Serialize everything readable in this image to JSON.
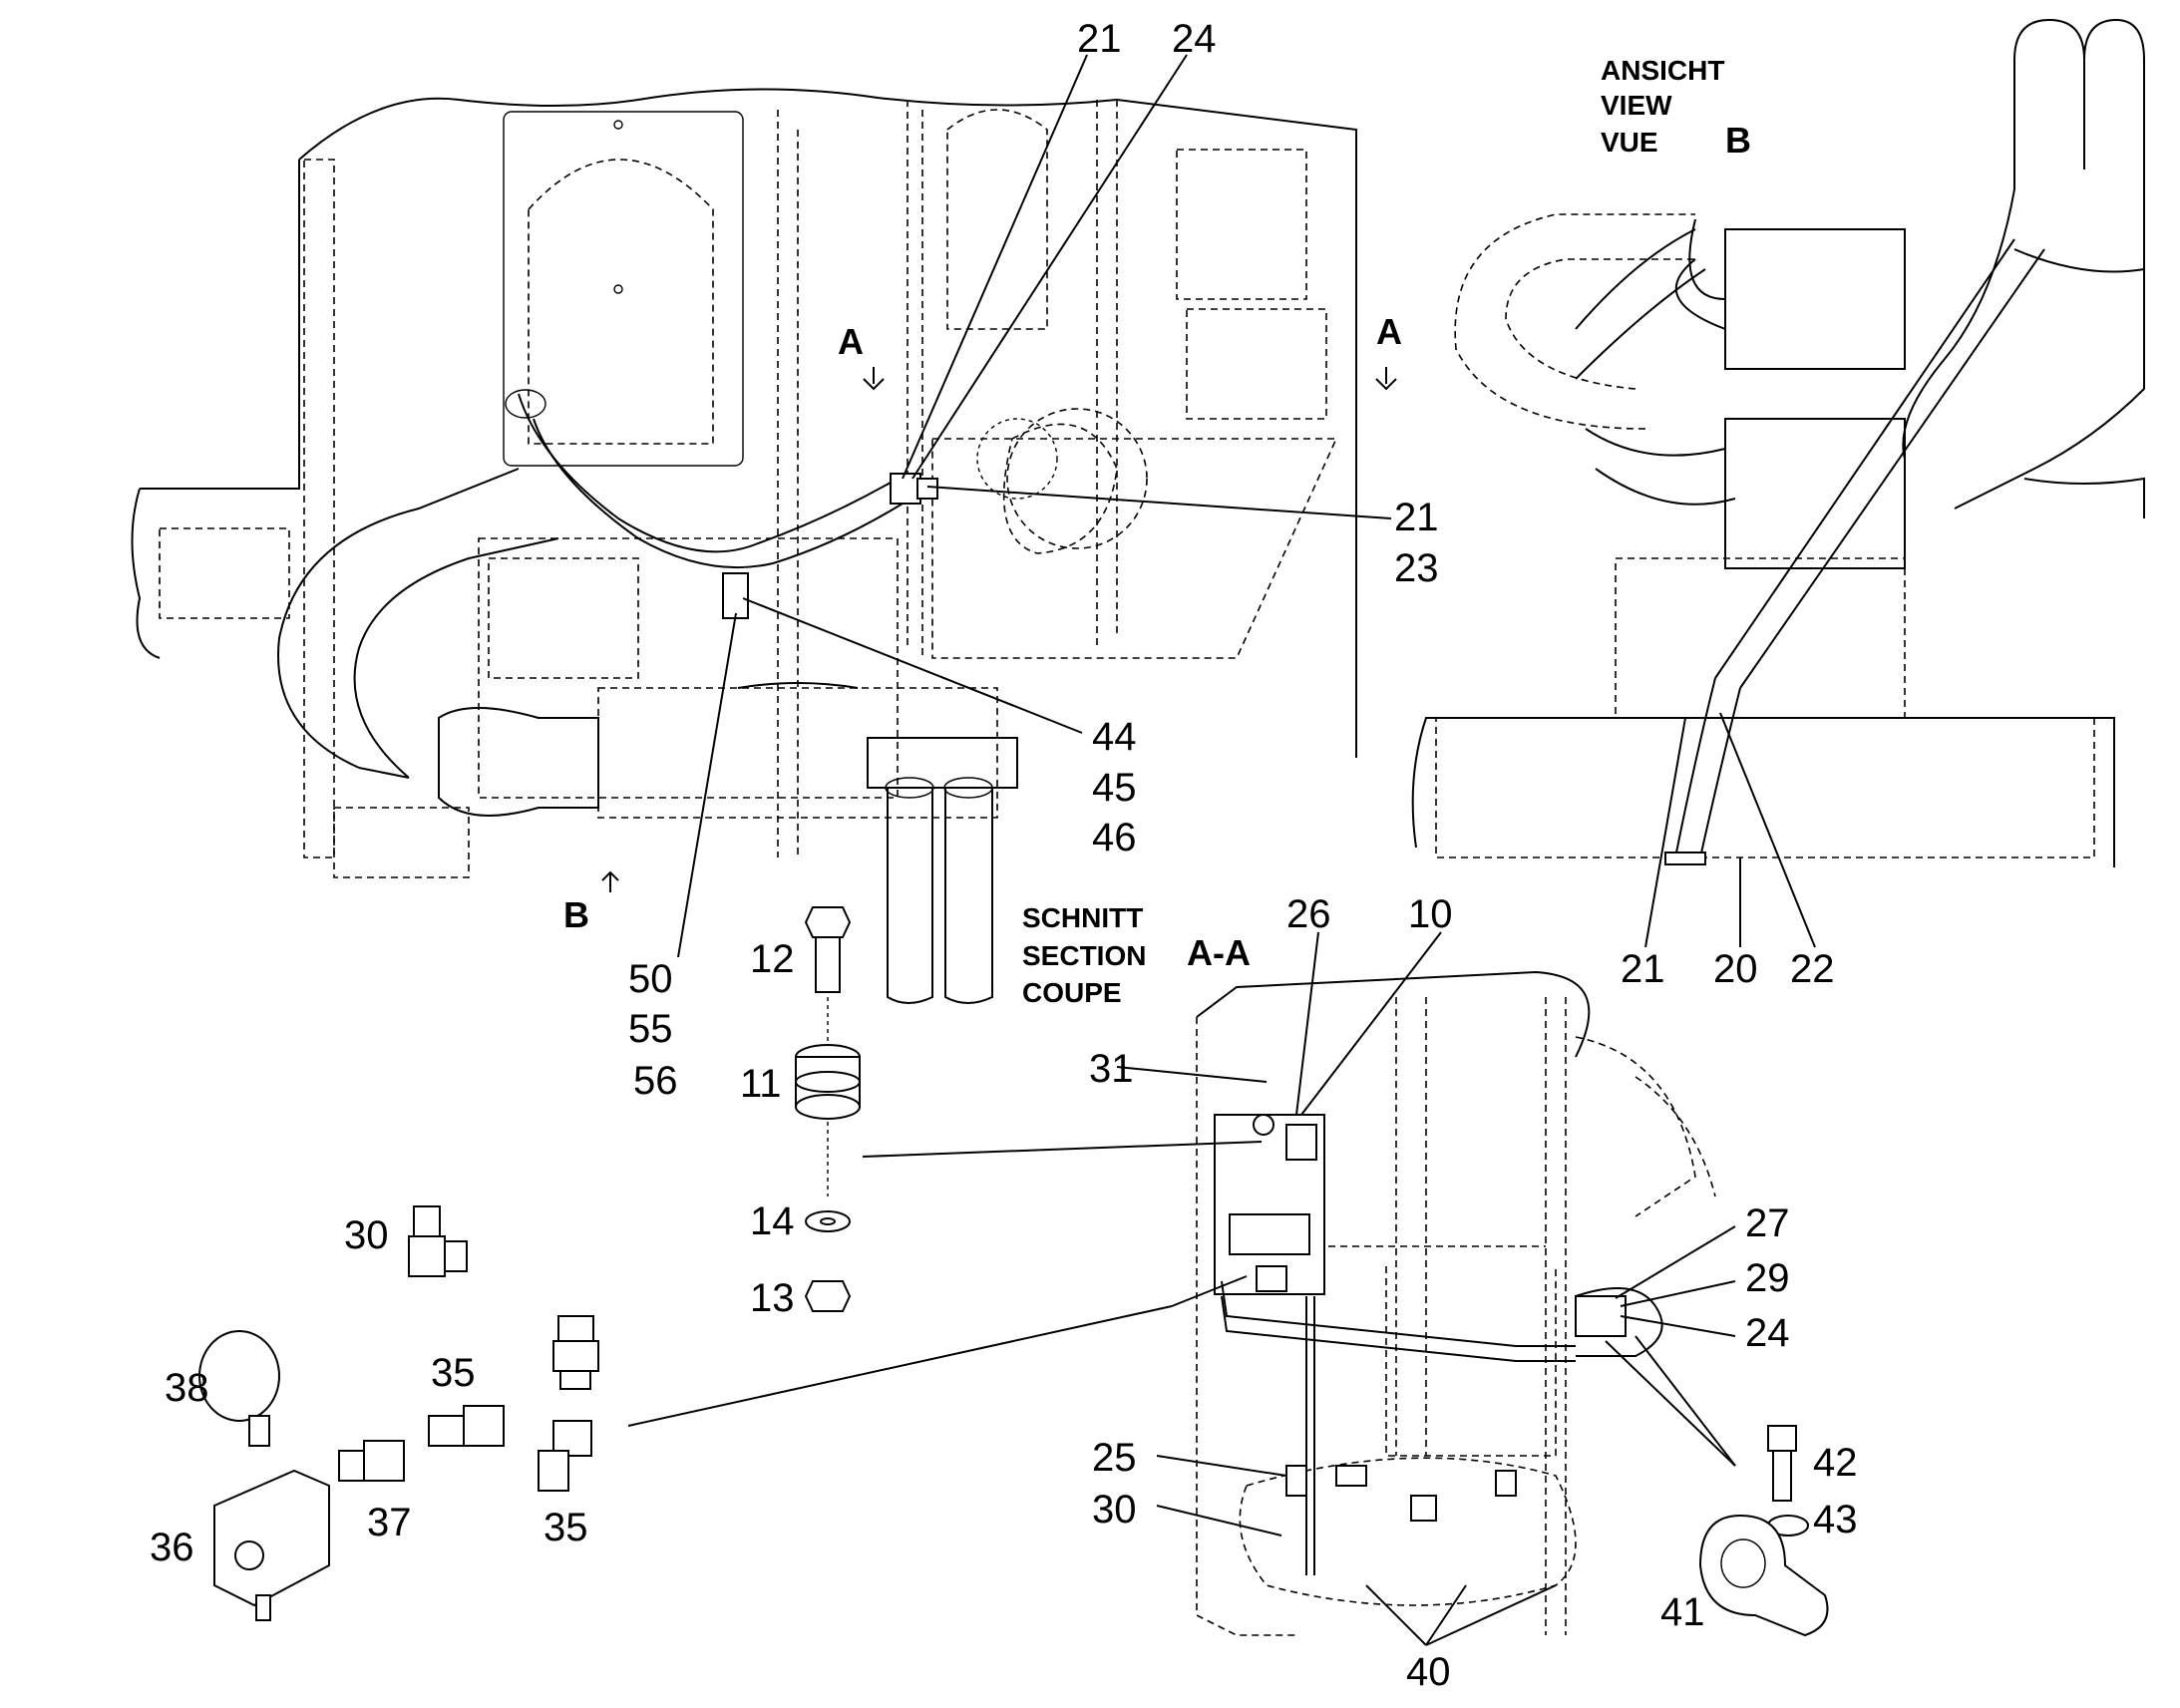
{
  "callouts": {
    "n21_top": "21",
    "n24_top": "24",
    "n21_mid": "21",
    "n23": "23",
    "n44": "44",
    "n45": "45",
    "n46": "46",
    "n50": "50",
    "n55": "55",
    "n56": "56",
    "n12": "12",
    "n11": "11",
    "n14": "14",
    "n13": "13",
    "n30_left": "30",
    "n38": "38",
    "n35_top": "35",
    "n35_bot": "35",
    "n36": "36",
    "n37": "37",
    "n26": "26",
    "n10": "10",
    "n31": "31",
    "n27": "27",
    "n29": "29",
    "n24_right": "24",
    "n42": "42",
    "n43": "43",
    "n41": "41",
    "n25": "25",
    "n30_bot": "30",
    "n40": "40",
    "n21_right": "21",
    "n20": "20",
    "n22": "22"
  },
  "section_marks": {
    "a_left": "A",
    "a_right": "A",
    "b_arrow": "B"
  },
  "view_b_label": {
    "line1": "ANSICHT",
    "line2": "VIEW",
    "line3": "VUE",
    "letter": "B"
  },
  "section_aa_label": {
    "line1": "SCHNITT",
    "line2": "SECTION",
    "line3": "COUPE",
    "letter": "A-A"
  }
}
